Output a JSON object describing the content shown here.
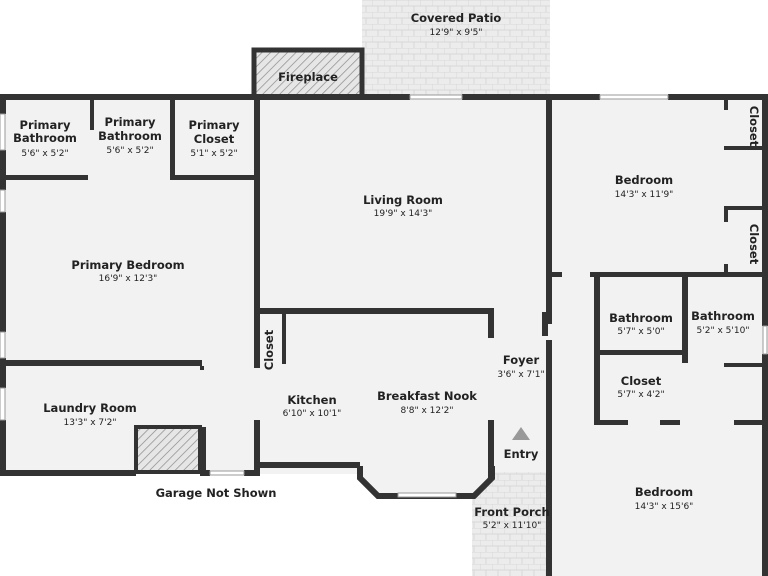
{
  "rooms": {
    "covered_patio": {
      "name": "Covered Patio",
      "dims": "12'9\" x 9'5\""
    },
    "fireplace": {
      "name": "Fireplace"
    },
    "primary_bathroom_1": {
      "name_line1": "Primary",
      "name_line2": "Bathroom",
      "dims": "5'6\" x 5'2\""
    },
    "primary_bathroom_2": {
      "name_line1": "Primary",
      "name_line2": "Bathroom",
      "dims": "5'6\" x 5'2\""
    },
    "primary_closet": {
      "name_line1": "Primary",
      "name_line2": "Closet",
      "dims": "5'1\" x 5'2\""
    },
    "living_room": {
      "name": "Living Room",
      "dims": "19'9\" x 14'3\""
    },
    "bedroom_top": {
      "name": "Bedroom",
      "dims": "14'3\" x 11'9\""
    },
    "closet_right_top": {
      "name": "Closet"
    },
    "closet_right_mid": {
      "name": "Closet"
    },
    "primary_bedroom": {
      "name": "Primary Bedroom",
      "dims": "16'9\" x 12'3\""
    },
    "closet_kitchen": {
      "name": "Closet"
    },
    "foyer": {
      "name": "Foyer",
      "dims": "3'6\" x 7'1\""
    },
    "bathroom_mid": {
      "name": "Bathroom",
      "dims": "5'7\" x 5'0\""
    },
    "bathroom_right": {
      "name": "Bathroom",
      "dims": "5'2\" x 5'10\""
    },
    "closet_mid": {
      "name": "Closet",
      "dims": "5'7\" x 4'2\""
    },
    "kitchen": {
      "name": "Kitchen",
      "dims": "6'10\" x 10'1\""
    },
    "breakfast_nook": {
      "name": "Breakfast Nook",
      "dims": "8'8\" x 12'2\""
    },
    "laundry_room": {
      "name": "Laundry Room",
      "dims": "13'3\" x 7'2\""
    },
    "entry": {
      "name": "Entry"
    },
    "front_porch": {
      "name": "Front Porch",
      "dims": "5'2\" x 11'10\""
    },
    "bedroom_bottom": {
      "name": "Bedroom",
      "dims": "14'3\" x 15'6\""
    }
  },
  "notes": {
    "garage": "Garage Not Shown"
  },
  "colors": {
    "floor": "#f2f2f2",
    "wall": "#333333",
    "patio": "#ececec"
  }
}
